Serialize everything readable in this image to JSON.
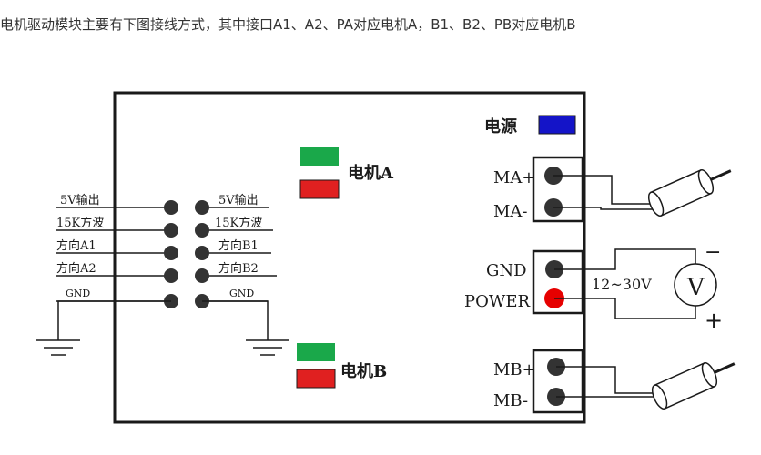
{
  "caption": "电机驱动模块主要有下图接线方式，其中接口A1、A2、PA对应电机A，B1、B2、PB对应电机B",
  "colors": {
    "line": "#1a1a1a",
    "terminal": "#333333",
    "power_led": "#e60000",
    "power_indicator": "#1414c8",
    "green_indicator": "#1aa84a",
    "red_indicator": "#e02020"
  },
  "board": {
    "power_label": "电源",
    "motor_a_label": "电机A",
    "motor_b_label": "电机B"
  },
  "left_pins": [
    "5V输出",
    "15K方波",
    "方向A1",
    "方向A2",
    "GND"
  ],
  "right_pins": [
    "5V输出",
    "15K方波",
    "方向B1",
    "方向B2",
    "GND"
  ],
  "terminals": {
    "ma_plus": "MA+",
    "ma_minus": "MA-",
    "gnd": "GND",
    "power": "POWER",
    "mb_plus": "MB+",
    "mb_minus": "MB-"
  },
  "supply": {
    "voltage_range": "12~30V",
    "meter_symbol": "V",
    "minus_sign": "−",
    "plus_sign": "+"
  }
}
